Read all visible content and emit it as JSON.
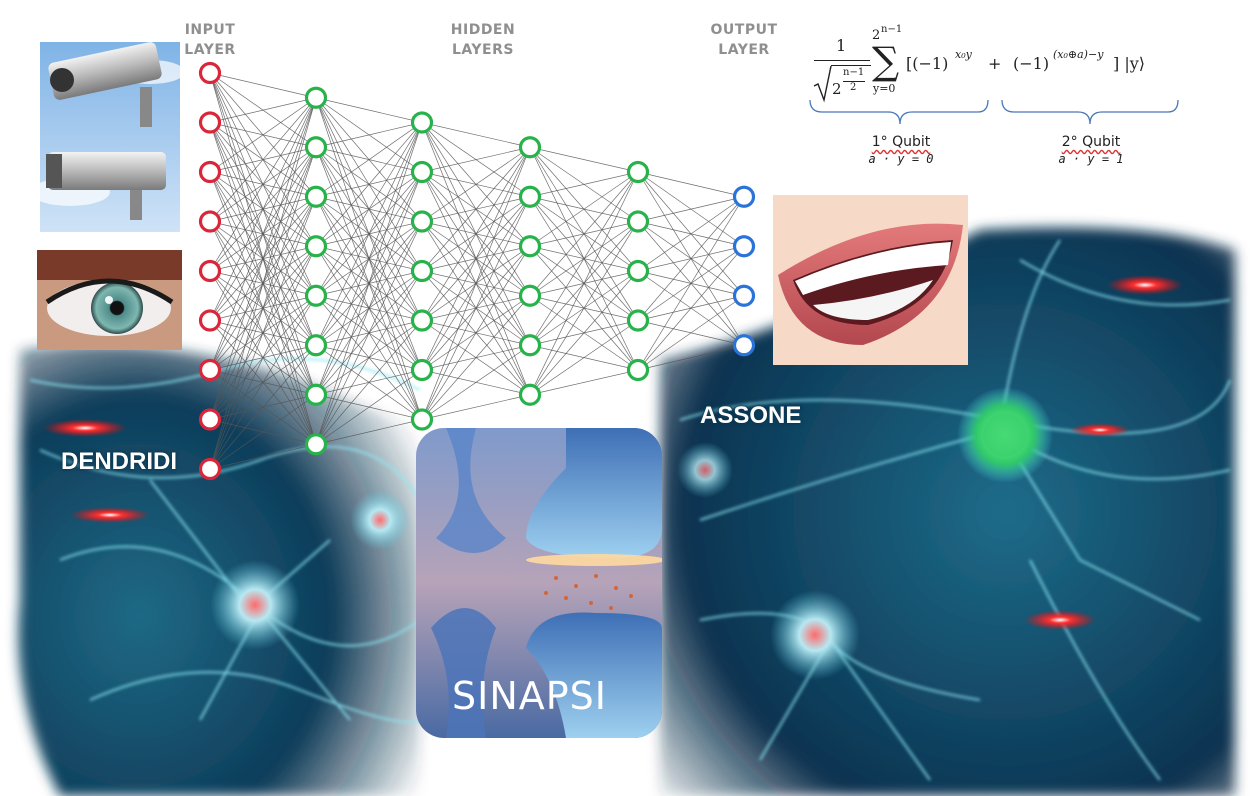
{
  "labels": {
    "input_layer": [
      "INPUT",
      "LAYER"
    ],
    "hidden_layers": [
      "HIDDEN",
      "LAYERS"
    ],
    "output_layer": [
      "OUTPUT",
      "LAYER"
    ],
    "dendriti": "DENDRIDI",
    "assone": "ASSONE",
    "sinapsi": "SINAPSI"
  },
  "formula": {
    "prefactor_num": "1",
    "sum_upper": "2",
    "sum_upper_exp": "n−1",
    "sum_lower": "y=0",
    "term1": "[(−1)",
    "term1_exp": "x₀y",
    "plus": "+",
    "term2": "(−1)",
    "term2_exp": "(x₀⊕a)−y",
    "term2_end": "] |y⟩",
    "sqrt_base": "2",
    "sqrt_exp": "n−1",
    "sqrt_exp_den": "2"
  },
  "qubits": [
    {
      "name": "1° Qubit",
      "condition": "a · y = 0"
    },
    {
      "name": "2° Qubit",
      "condition": "a · y = 1"
    }
  ],
  "network": {
    "layers": [
      9,
      8,
      7,
      6,
      5,
      4
    ],
    "colors": {
      "input": "#d9263a",
      "hidden": "#27b24a",
      "output": "#2a73d9",
      "edge": "#555555"
    }
  },
  "colors": {
    "neuron_background": "#0c3550",
    "neuron_glow": "#7fe3f2",
    "sinapsi_panel": "#5f7fb0"
  }
}
